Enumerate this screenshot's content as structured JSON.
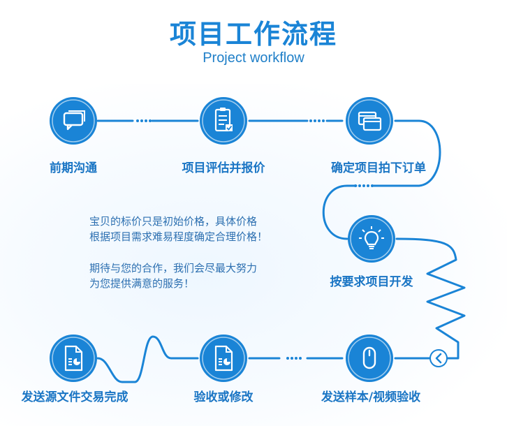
{
  "header": {
    "title": "项目工作流程",
    "subtitle": "Project workflow"
  },
  "steps": [
    {
      "label": "前期沟通",
      "icon": "chat-bubbles-icon"
    },
    {
      "label": "项目评估并报价",
      "icon": "checklist-icon"
    },
    {
      "label": "确定项目拍下订单",
      "icon": "windows-icon"
    },
    {
      "label": "按要求项目开发",
      "icon": "lightbulb-icon"
    },
    {
      "label": "发送样本/视频验收",
      "icon": "mouse-icon"
    },
    {
      "label": "验收或修改",
      "icon": "report-document-icon"
    },
    {
      "label": "发送源文件交易完成",
      "icon": "report-document-icon"
    }
  ],
  "notes": [
    "宝贝的标价只是初始价格，具体价格",
    "根据项目需求难易程度确定合理价格！",
    "期待与您的合作，我们会尽最大努力",
    "为您提供满意的服务！"
  ],
  "colors": {
    "accent": "#1a84d6",
    "text": "#1a75c4",
    "note": "#2c6fb0"
  }
}
